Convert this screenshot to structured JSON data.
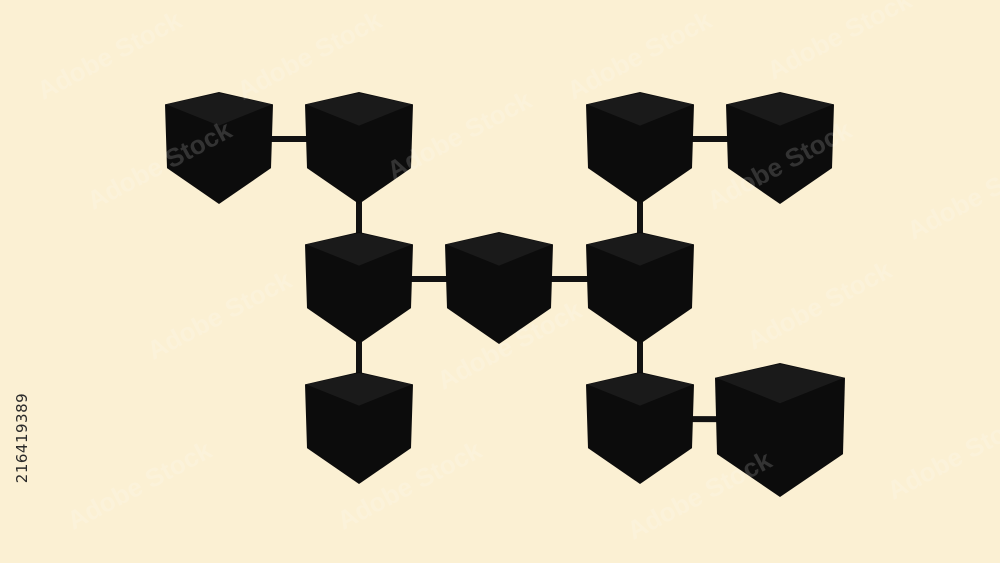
{
  "colors": {
    "background": "#fbf0d3",
    "cube_side": "#0c0c0c",
    "cube_top": "#1a1a1a",
    "connector": "#111111"
  },
  "watermark": {
    "stock_id": "216419389",
    "text": "Adobe Stock"
  },
  "diagram": {
    "nodes": [
      {
        "id": "cube-1"
      },
      {
        "id": "cube-2"
      },
      {
        "id": "cube-3"
      },
      {
        "id": "cube-4"
      },
      {
        "id": "cube-5"
      },
      {
        "id": "cube-6"
      },
      {
        "id": "cube-7"
      },
      {
        "id": "cube-8"
      },
      {
        "id": "cube-9"
      },
      {
        "id": "cube-10"
      },
      {
        "id": "cube-11"
      }
    ],
    "edges": [
      [
        "cube-1",
        "cube-2"
      ],
      [
        "cube-2",
        "cube-5"
      ],
      [
        "cube-5",
        "cube-6"
      ],
      [
        "cube-6",
        "cube-7"
      ],
      [
        "cube-5",
        "cube-8"
      ],
      [
        "cube-3",
        "cube-4"
      ],
      [
        "cube-3",
        "cube-7"
      ],
      [
        "cube-7",
        "cube-9"
      ],
      [
        "cube-9",
        "cube-10"
      ]
    ]
  }
}
